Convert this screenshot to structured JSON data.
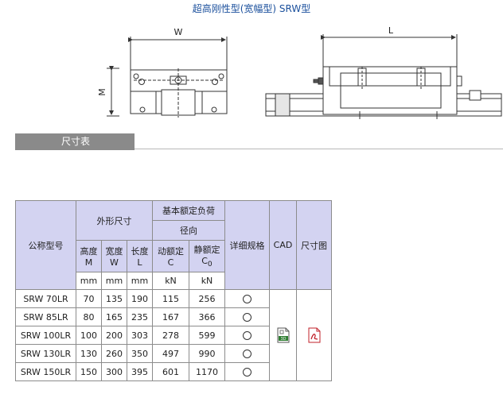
{
  "page": {
    "title": "超高刚性型(宽幅型) SRW型"
  },
  "drawing": {
    "width_label": "W",
    "height_label": "M",
    "length_label": "L"
  },
  "section": {
    "title": "尺寸表"
  },
  "table": {
    "col_model": "公称型号",
    "group_outer": "外形尺寸",
    "group_load": "基本额定负荷",
    "subgroup_radial": "径向",
    "col_detail": "详细规格",
    "col_cad": "CAD",
    "col_drawing": "尺寸图",
    "col_height": "高度",
    "col_height_sym": "M",
    "col_width": "宽度",
    "col_width_sym": "W",
    "col_length": "长度",
    "col_length_sym": "L",
    "col_dynamic": "动额定",
    "col_dynamic_sym": "C",
    "col_static": "静额定",
    "col_static_sym": "C",
    "col_static_sub": "0",
    "unit_mm": "mm",
    "unit_kn": "kN",
    "rows": [
      {
        "model": "SRW 70LR",
        "m": "70",
        "w": "135",
        "l": "190",
        "c": "115",
        "c0": "256"
      },
      {
        "model": "SRW 85LR",
        "m": "80",
        "w": "165",
        "l": "235",
        "c": "167",
        "c0": "366"
      },
      {
        "model": "SRW 100LR",
        "m": "100",
        "w": "200",
        "l": "303",
        "c": "278",
        "c0": "599"
      },
      {
        "model": "SRW 130LR",
        "m": "130",
        "w": "260",
        "l": "350",
        "c": "497",
        "c0": "990"
      },
      {
        "model": "SRW 150LR",
        "m": "150",
        "w": "300",
        "l": "395",
        "c": "601",
        "c0": "1170"
      }
    ]
  },
  "icons": {
    "detail": "circle-icon",
    "cad": "cad-3d-file-icon",
    "drawing": "pdf-file-icon"
  },
  "colors": {
    "header_bg": "#d3d3f1",
    "title_blue": "#1a4f9c",
    "section_gray": "#8a8a8a",
    "pdf_red": "#c0202a",
    "cad_green": "#2f7d32"
  }
}
